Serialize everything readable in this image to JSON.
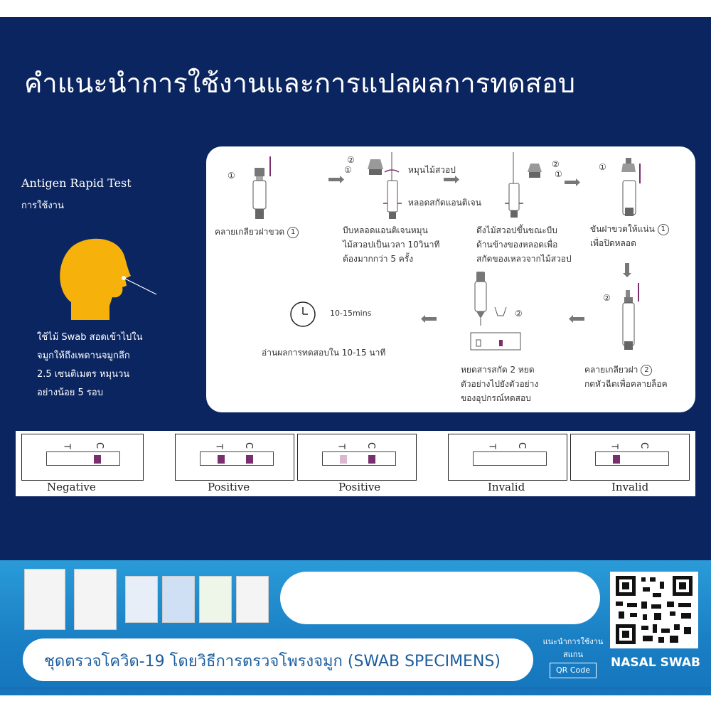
{
  "header": {
    "title": "คำแนะนำการใช้งานและการแปลผลการทดสอบ"
  },
  "left_panel": {
    "heading": "Antigen Rapid Test",
    "subheading": "การใช้งาน",
    "instruction_lines": [
      "ใช้ไม้ Swab สอดเข้าไปใน",
      "จมูกให้ถึงเพดานจมูกลึก",
      "2.5 เซนติเมตร หมุนวน",
      "อย่างน้อย 5 รอบ"
    ]
  },
  "steps": {
    "step1": {
      "lines": [
        "คลายเกลียวฝาขวด"
      ],
      "number": "1",
      "marker": "①"
    },
    "step2": {
      "lines": [
        "บีบหลอดแอนติเจนหมุน",
        "ไม้สวอปเป็นเวลา  10วินาที",
        "ต้องมากกว่า  5 ครั้ง"
      ],
      "label_rotate": "หมุนไม้สวอป",
      "label_tube": "หลอดสกัดแอนติเจน",
      "markers": [
        "②",
        "①"
      ]
    },
    "step3": {
      "lines": [
        "ดึงไม้สวอปขึ้นขณะบีบ",
        "ด้านข้างของหลอดเพื่อ",
        "สกัดของเหลวจากไม้สวอป"
      ],
      "markers": [
        "②",
        "①"
      ]
    },
    "step4": {
      "lines": [
        "ขันฝาขวดให้แน่น",
        "เพื่อปิดหลอด"
      ],
      "number": "1",
      "marker": "①"
    },
    "step5": {
      "lines": [
        "คลายเกลียวฝา",
        "กดหัวฉีดเพื่อคลายล็อค"
      ],
      "number": "2",
      "marker": "②"
    },
    "step6": {
      "lines": [
        "หยดสารสกัด  2  หยด",
        "ตัวอย่างไปยังตัวอย่าง",
        "ของอุปกรณ์ทดสอบ"
      ],
      "marker": "②"
    },
    "step7": {
      "timer": "10-15mins",
      "caption": "อ่านผลการทดสอบใน  10-15  นาที"
    }
  },
  "results": [
    {
      "label": "Negative",
      "t_band": null,
      "c_band": "#7a2e6e"
    },
    {
      "label": "Positive",
      "t_band": "#7a2e6e",
      "c_band": "#7a2e6e"
    },
    {
      "label": "Positive",
      "t_band": "#d9b8d0",
      "c_band": "#7a2e6e"
    },
    {
      "label": "Invalid",
      "t_band": null,
      "c_band": null
    },
    {
      "label": "Invalid",
      "t_band": "#7a2e6e",
      "c_band": null
    }
  ],
  "cassette_marks": {
    "t": "T",
    "c": "C"
  },
  "footer": {
    "title": "ชุดตรวจโควิด-19 โดยวิธีการตรวจโพรงจมูก (SWAB SPECIMENS)",
    "qr_hint_lines": [
      "แนะนำการใช้งาน",
      "สแกน"
    ],
    "qr_label": "QR Code",
    "badge": "NASAL SWAB"
  },
  "colors": {
    "navy": "#0b2560",
    "accent_purple": "#7a2e6e",
    "footer_blue": "#1a7fc4"
  }
}
